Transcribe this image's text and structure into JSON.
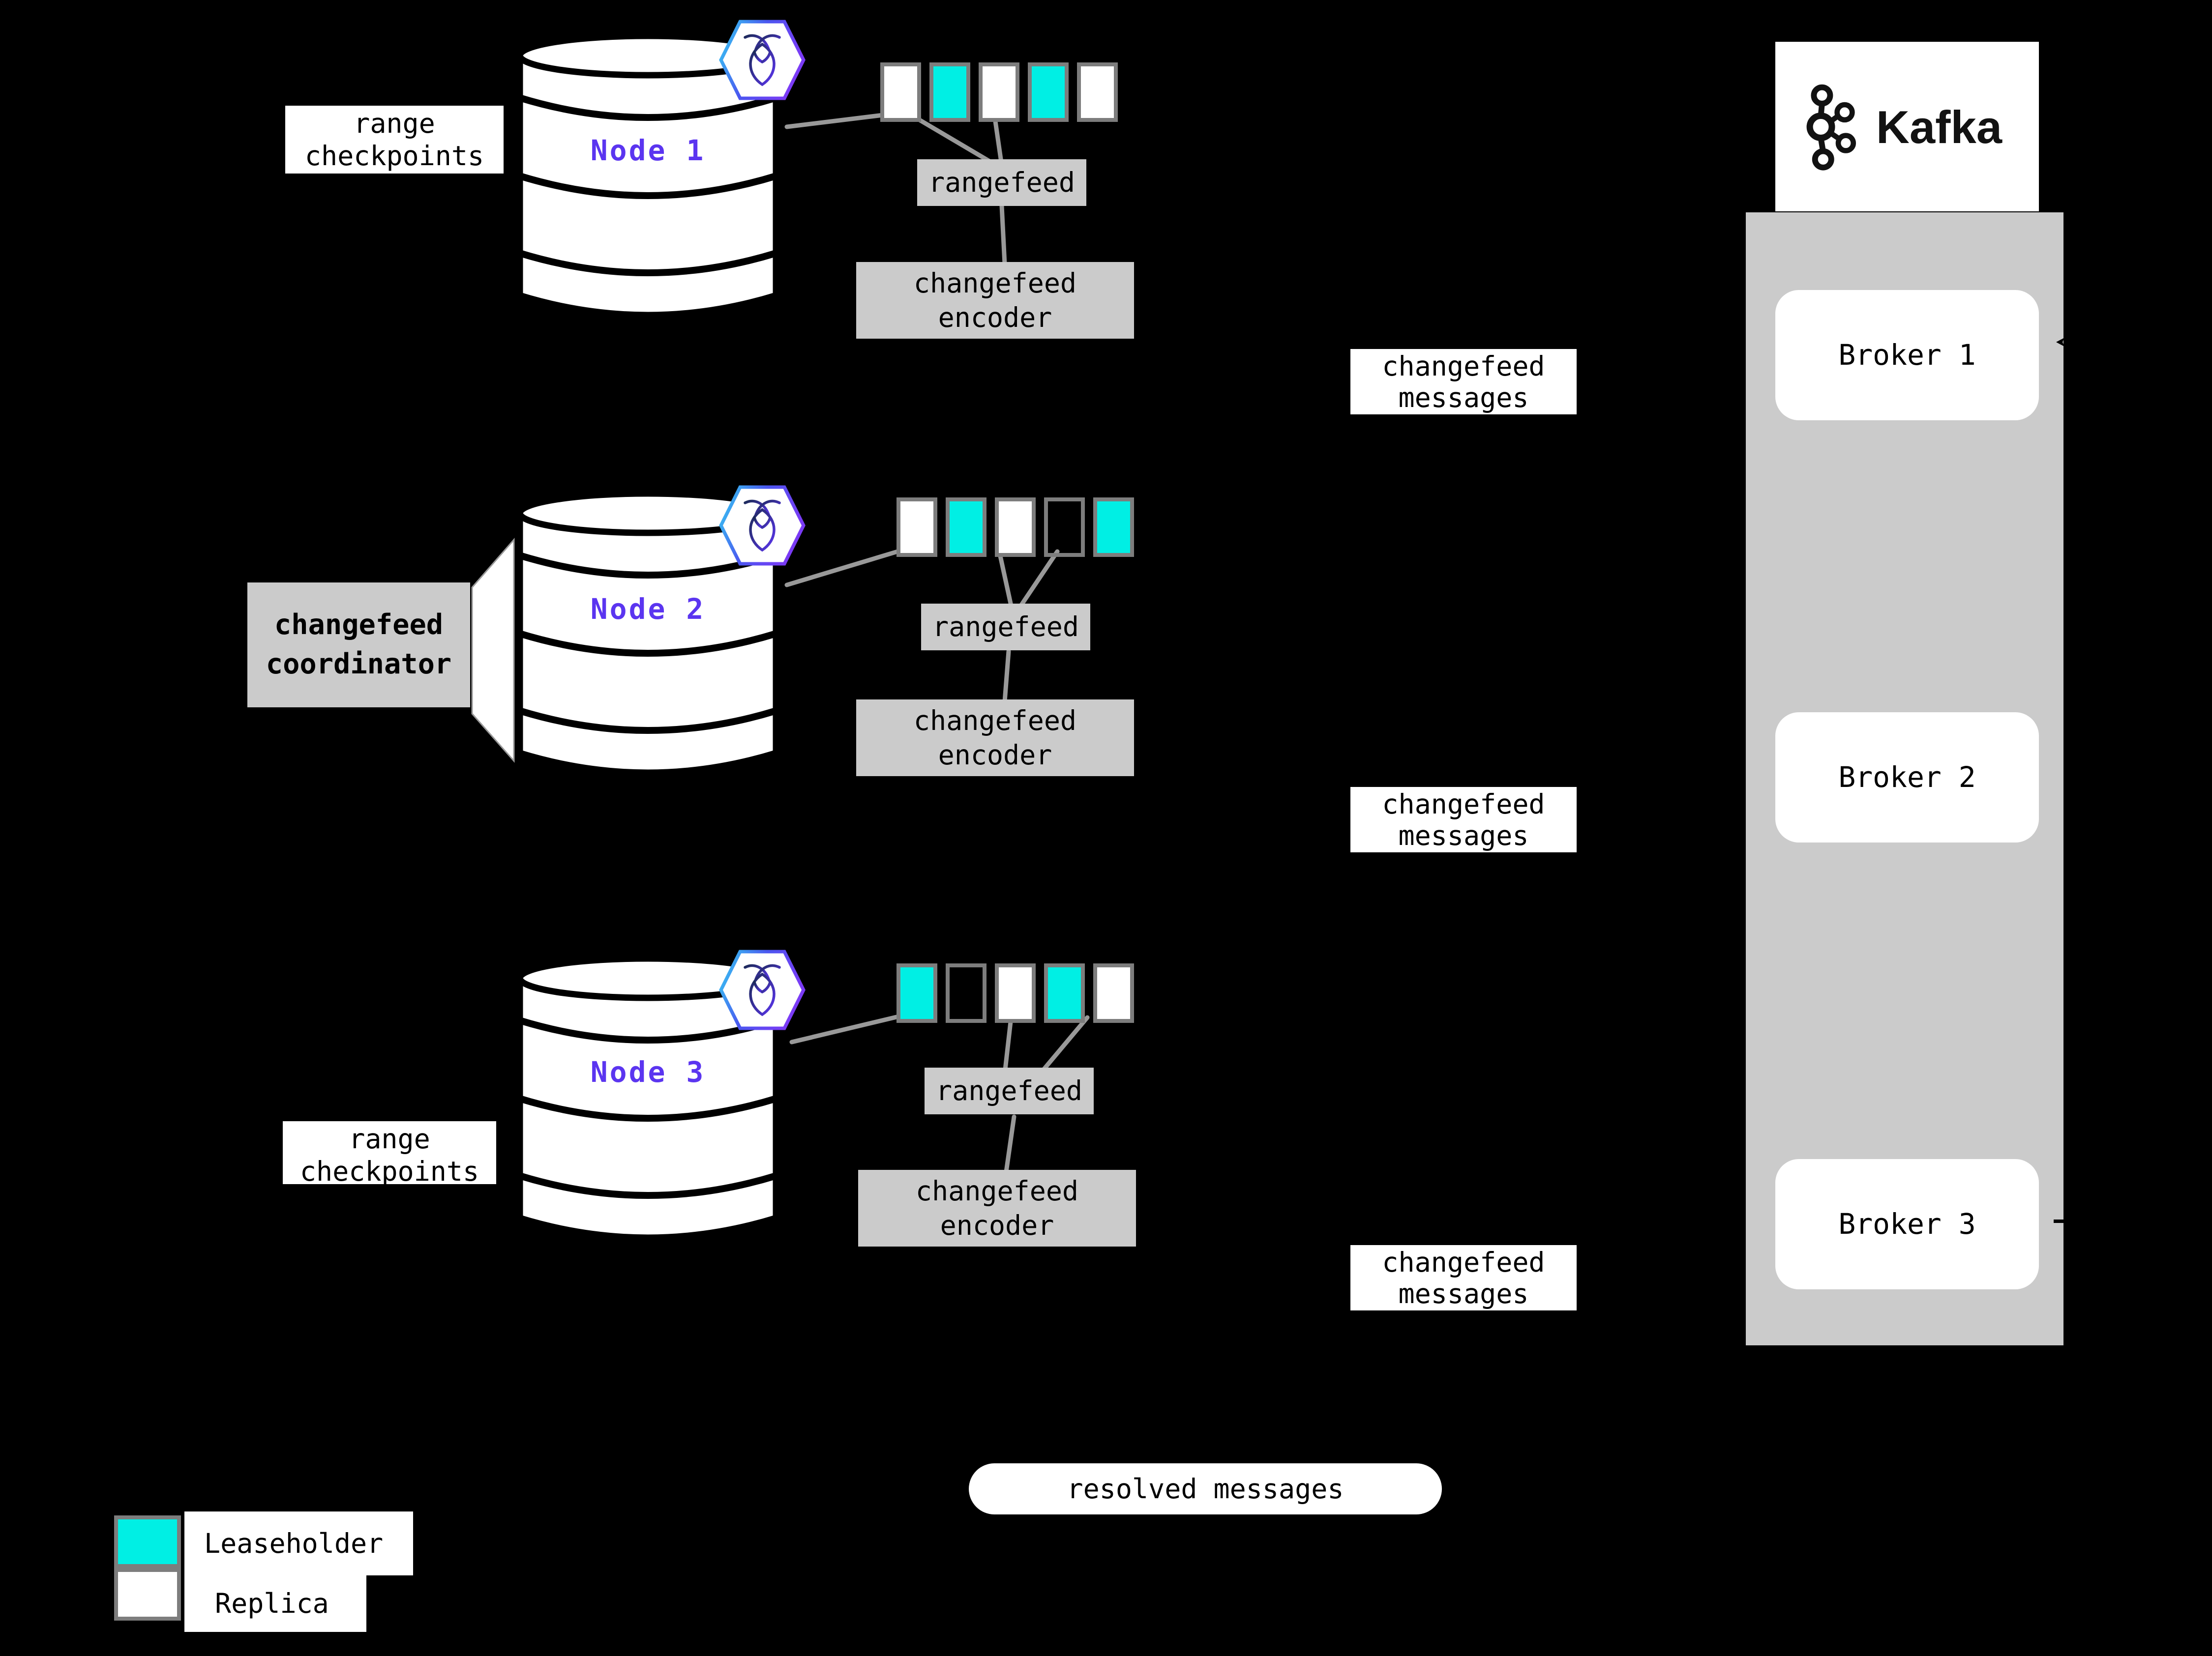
{
  "colors": {
    "background": "#000000",
    "box_gray": "#CBCBCB",
    "panel_gray": "#CBCBCB",
    "leaseholder_teal": "#00EFE4",
    "replica_white": "#FFFFFF",
    "node_purple": "#5B35F0",
    "square_border": "#7D7D7D",
    "connector_gray": "#999999"
  },
  "nodes": [
    {
      "label": "Node 1",
      "ranges": [
        "replica",
        "leaseholder",
        "replica",
        "leaseholder",
        "replica"
      ]
    },
    {
      "label": "Node 2",
      "ranges": [
        "replica",
        "leaseholder",
        "replica",
        "empty",
        "leaseholder"
      ]
    },
    {
      "label": "Node 3",
      "ranges": [
        "leaseholder",
        "empty",
        "replica",
        "leaseholder",
        "replica"
      ]
    }
  ],
  "labels": {
    "range_checkpoints": [
      "range",
      "checkpoints"
    ],
    "changefeed_coordinator": [
      "changefeed",
      "coordinator"
    ],
    "rangefeed": "rangefeed",
    "changefeed_encoder": [
      "changefeed",
      "encoder"
    ],
    "changefeed_messages": [
      "changefeed",
      "messages"
    ],
    "resolved_messages": "resolved messages"
  },
  "kafka": {
    "logo_text": "Kafka",
    "brokers": [
      "Broker 1",
      "Broker 2",
      "Broker 3"
    ]
  },
  "legend": [
    {
      "label": "Leaseholder",
      "type": "leaseholder"
    },
    {
      "label": "Replica",
      "type": "replica"
    }
  ]
}
